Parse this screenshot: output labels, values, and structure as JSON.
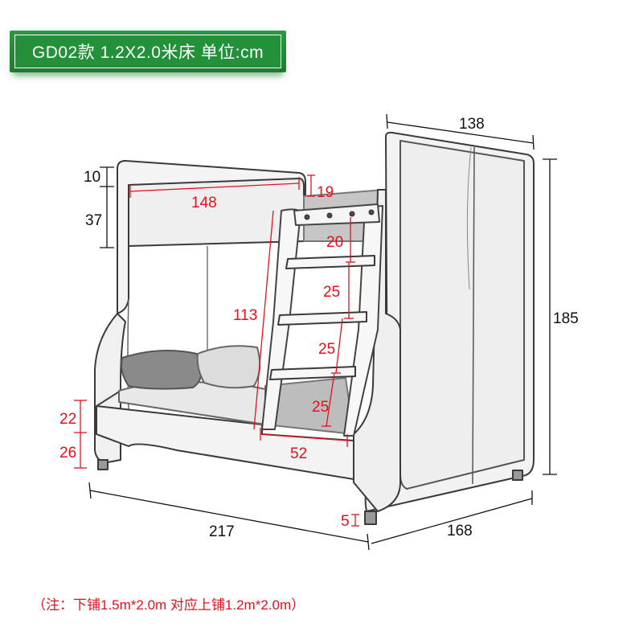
{
  "header": {
    "title": "GD02款 1.2X2.0米床 单位:cm"
  },
  "dimensions": {
    "upper_rail_height": "10",
    "upper_guard_height": "37",
    "upper_guard_length": "148",
    "guard_top_offset": "19",
    "ladder_step_1": "20",
    "ladder_step_2": "25",
    "ladder_step_3": "25",
    "ladder_step_4": "25",
    "ladder_height": "113",
    "ladder_width": "52",
    "lower_mattress_height": "22",
    "lower_bed_clearance": "26",
    "leg_height": "5",
    "total_length": "217",
    "total_width": "168",
    "top_width": "138",
    "total_height": "185"
  },
  "footnote": "（注：下铺1.5m*2.0m 对应上铺1.2m*2.0m）",
  "colors": {
    "accent_green": "#23903a",
    "dimension_red": "#e8101c"
  }
}
